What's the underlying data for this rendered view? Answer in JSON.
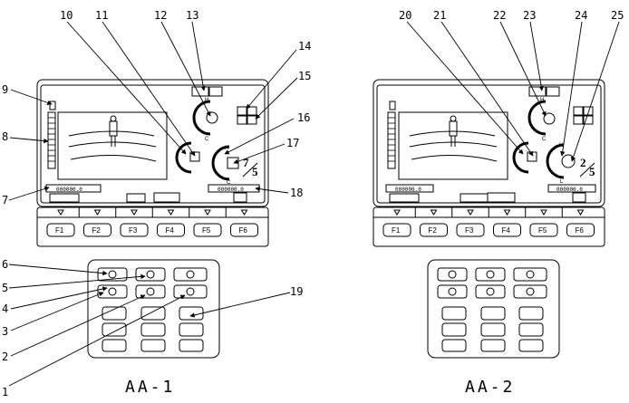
{
  "panels": [
    {
      "id": "aa1",
      "caption": "AA-1",
      "clock_value": "000000.0",
      "hours_value": "000000.0",
      "fraction": {
        "top": "7",
        "bottom": "5"
      },
      "function_keys": [
        "F1",
        "F2",
        "F3",
        "F4",
        "F5",
        "F6"
      ]
    },
    {
      "id": "aa2",
      "caption": "AA-2",
      "clock_value": "000000.0",
      "hours_value": "000000.0",
      "fraction": {
        "top": "2",
        "bottom": "5"
      },
      "function_keys": [
        "F1",
        "F2",
        "F3",
        "F4",
        "F5",
        "F6"
      ]
    }
  ],
  "callouts_left": [
    "1",
    "2",
    "3",
    "4",
    "5",
    "6",
    "7",
    "8",
    "9",
    "10",
    "11",
    "12",
    "13",
    "14",
    "15",
    "16",
    "17",
    "18",
    "19"
  ],
  "callouts_right": [
    "20",
    "21",
    "22",
    "23",
    "24",
    "25"
  ],
  "gauge_marks": {
    "high": "H",
    "low": "C",
    "low_alt": "L"
  }
}
